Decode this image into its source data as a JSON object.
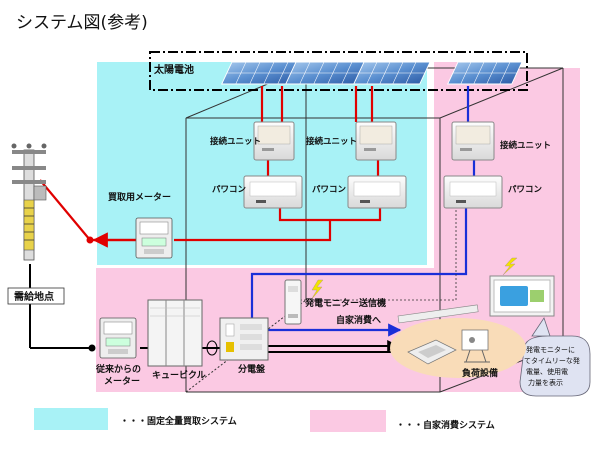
{
  "title": "システム図(参考)",
  "labels": {
    "solar": "太陽電池",
    "connector1": "接続ユニット",
    "connector2": "接続ユニット",
    "connector3": "接続ユニット",
    "pcs1": "パワコン",
    "pcs2": "パワコン",
    "pcs3": "パワコン",
    "buy_meter": "買取用メーター",
    "demand_point": "需給地点",
    "conventional_meter_1": "従来からの",
    "conventional_meter_2": "メーター",
    "cubicle": "キュービクル",
    "distribution_board": "分電盤",
    "monitor_transmitter": "発電モニター送信機",
    "self_consumption": "自家消費へ",
    "load_equipment": "負荷設備",
    "callout": [
      "発電モニターに",
      "てタイムリーな発",
      "電量、使用電",
      "力量を表示"
    ]
  },
  "legend": {
    "fixed": "・・・固定全量買取システム",
    "self": "・・・自家消費システム"
  },
  "colors": {
    "cyan": "#a8f2f6",
    "pink": "#fbc9e3",
    "red": "#e00000",
    "blue": "#1a2fd8",
    "black": "#000000"
  }
}
